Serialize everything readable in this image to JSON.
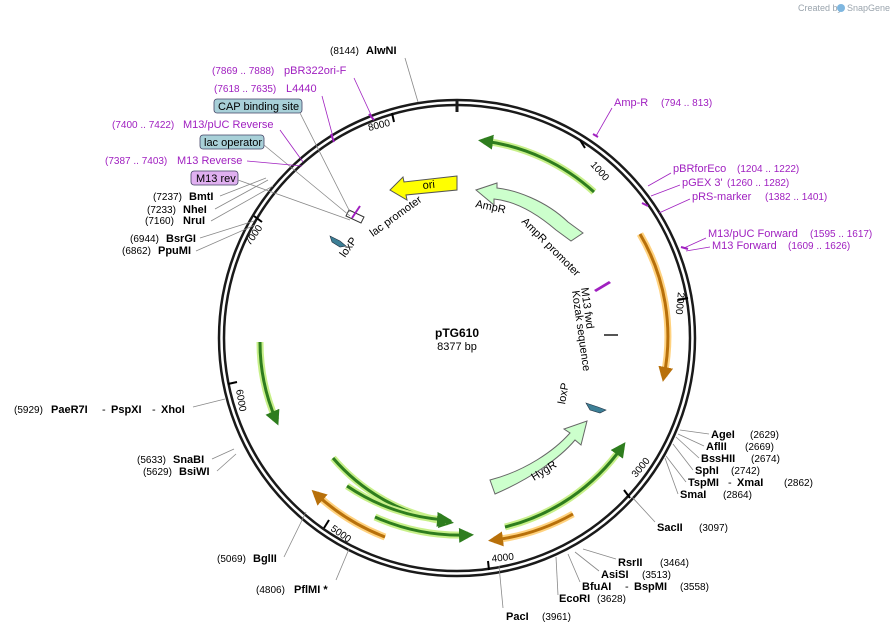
{
  "header": {
    "created_by": "Created by",
    "brand": "SnapGene"
  },
  "plasmid": {
    "name": "pTG610",
    "length": "8377 bp"
  },
  "ticks": [
    "1000",
    "2000",
    "3000",
    "4000",
    "5000",
    "6000",
    "7000",
    "8000"
  ],
  "sites": {
    "alwni": {
      "pos": "(8144)",
      "name": "AlwNI"
    },
    "agei": {
      "name": "AgeI",
      "pos": "(2629)"
    },
    "aflii": {
      "name": "AflII",
      "pos": "(2669)"
    },
    "bsshii": {
      "name": "BssHII",
      "pos": "(2674)"
    },
    "sphi": {
      "name": "SphI",
      "pos": "(2742)"
    },
    "tspmi": {
      "name": "TspMI",
      "sep": "-",
      "name2": "XmaI",
      "pos": "(2862)"
    },
    "smai": {
      "name": "SmaI",
      "pos": "(2864)"
    },
    "sacii": {
      "name": "SacII",
      "pos": "(3097)"
    },
    "rsrii": {
      "name": "RsrII",
      "pos": "(3464)"
    },
    "asisi": {
      "name": "AsiSI",
      "pos": "(3513)"
    },
    "bfuai": {
      "name": "BfuAI",
      "sep": "-",
      "name2": "BspMI",
      "pos": "(3558)"
    },
    "ecori": {
      "name": "EcoRI",
      "pos": "(3628)"
    },
    "paci": {
      "name": "PacI",
      "pos": "(3961)"
    },
    "pflmi": {
      "pos": "(4806)",
      "name": "PflMI *"
    },
    "bglii": {
      "pos": "(5069)",
      "name": "BglII"
    },
    "sbwi": {
      "pos": "(5629)",
      "name": "BsiWI"
    },
    "snabi": {
      "pos": "(5633)",
      "name": "SnaBI"
    },
    "paer7i": {
      "pos": "(5929)",
      "name": "PaeR7I",
      "sep": "-",
      "name2": "PspXI",
      "sep2": "-",
      "name3": "XhoI"
    },
    "ppumi": {
      "pos": "(6862)",
      "name": "PpuMI"
    },
    "bsrgi": {
      "pos": "(6944)",
      "name": "BsrGI"
    },
    "nrui": {
      "pos": "(7160)",
      "name": "NruI"
    },
    "nhei": {
      "pos": "(7233)",
      "name": "NheI"
    },
    "bmti": {
      "pos": "(7237)",
      "name": "BmtI"
    }
  },
  "primers": {
    "pbr322ori": {
      "range": "(7869 .. 7888)",
      "name": "pBR322ori-F"
    },
    "l4440": {
      "range": "(7618 .. 7635)",
      "name": "L4440"
    },
    "m13puc_rev": {
      "range": "(7400 .. 7422)",
      "name": "M13/pUC Reverse"
    },
    "m13_rev": {
      "range": "(7387 .. 7403)",
      "name": "M13 Reverse"
    },
    "ampr": {
      "name": "Amp-R",
      "range": "(794 .. 813)"
    },
    "pbrforeco": {
      "name": "pBRforEco",
      "range": "(1204 .. 1222)"
    },
    "pgex3": {
      "name": "pGEX 3'",
      "range": "(1260 .. 1282)"
    },
    "prs": {
      "name": "pRS-marker",
      "range": "(1382 .. 1401)"
    },
    "m13puc_fwd": {
      "name": "M13/pUC Forward",
      "range": "(1595 .. 1617)"
    },
    "m13_fwd": {
      "name": "M13 Forward",
      "range": "(1609 .. 1626)"
    }
  },
  "boxes": {
    "cap": "CAP binding site",
    "lacop": "lac operator",
    "m13rev": "M13 rev"
  },
  "features": {
    "ori": "ori",
    "lac_promoter": "lac promoter",
    "ampr": "AmpR",
    "ampr_promoter": "AmpR promoter",
    "m13fwd": "M13 fwd",
    "kozak": "Kozak sequence",
    "loxp_top": "loxP",
    "loxp_right": "loxP",
    "hygr": "HygR"
  },
  "colors": {
    "backbone": "#1a1a1a",
    "primer": "#a020c0",
    "ori": "#ffff00",
    "ampr": "#ccffcc",
    "orf_green": "#2e7d1e",
    "orf_green_glow": "#c8f08a",
    "orf_orange": "#b8700a",
    "orf_orange_glow": "#ffd27f",
    "loxp": "#3d7f96",
    "cap_box": "#a8d0d8",
    "m13rev_box": "#e0b0f0"
  }
}
